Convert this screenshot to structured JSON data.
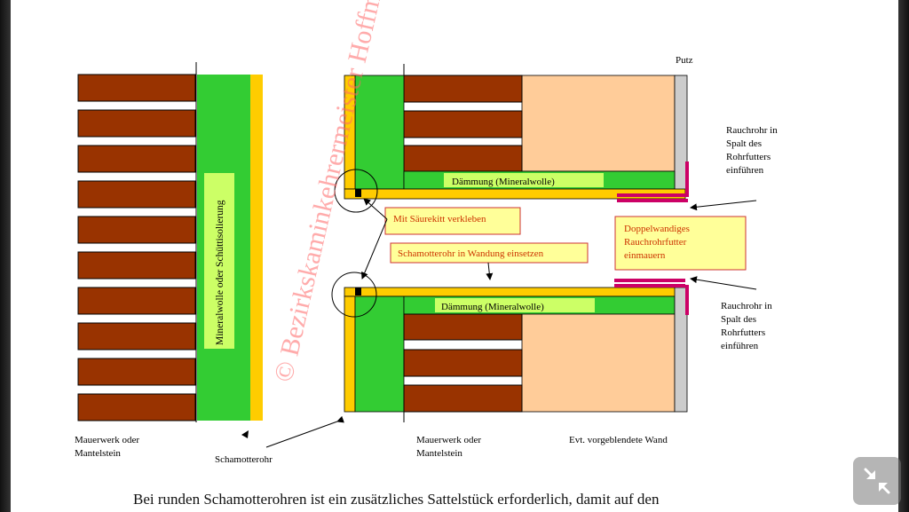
{
  "labels": {
    "putz": "Putz",
    "rauchrohr_top": [
      "Rauchrohr in",
      "Spalt des",
      "Rohrfutters",
      "einführen"
    ],
    "rauchrohr_bottom": [
      "Rauchrohr in",
      "Spalt des",
      "Rohrfutters",
      "einführen"
    ],
    "daemmung_top": "Dämmung (Mineralwolle)",
    "daemmung_bottom": "Dämmung (Mineralwolle)",
    "saeurekitt": "Mit Säurekitt verkleben",
    "schamotterohr_wandung": "Schamotterohr in Wandung einsetzen",
    "doppelwandig": [
      "Doppelwandiges",
      "Rauchrohrfutter",
      "einmauern"
    ],
    "mineralwolle_vertical": "Mineralwolle oder Schüttisolierung",
    "mauerwerk_left": [
      "Mauerwerk oder",
      "Mantelstein"
    ],
    "schamotterohr": "Schamotterohr",
    "mauerwerk_right": [
      "Mauerwerk oder",
      "Mantelstein"
    ],
    "vorgeblendete_wand": "Evt. vorgeblendete Wand",
    "watermark": "© Bezirkskaminkehrermeister Hoffmann"
  },
  "caption": "Bei runden Schamotterohren ist ein zusätzliches Sattelstück erforderlich, damit auf den",
  "icons": {
    "zoom": "shrink-arrows-icon"
  },
  "colors": {
    "brick": "#993300",
    "insulation": "#33cc33",
    "chamotte": "#ffcc00",
    "mineral_label": "#ccff66",
    "wall": "#ffcc99",
    "plaster": "#cccccc",
    "sleeve": "#cc0066",
    "callout_bg": "#ffff99",
    "callout_border": "#cc3333"
  }
}
